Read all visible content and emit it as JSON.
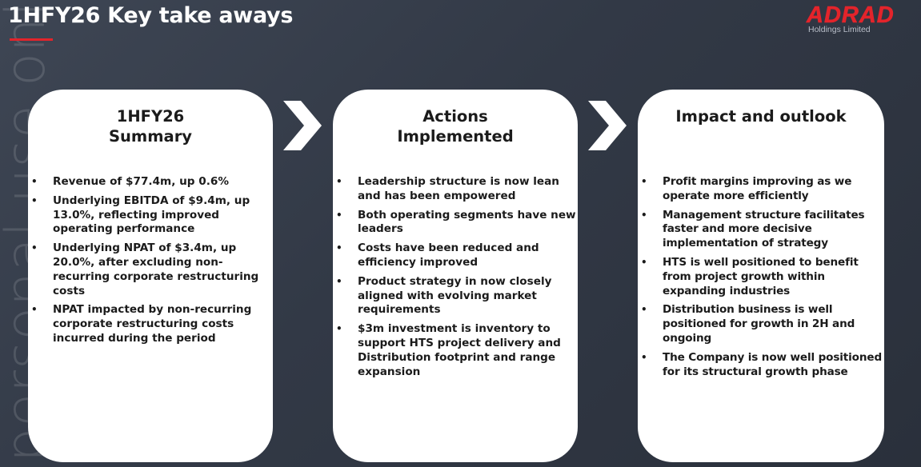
{
  "header": {
    "title": "1HFY26 Key take aways",
    "watermark": "personal use only"
  },
  "logo": {
    "word": "ADRAD",
    "subtitle": "Holdings Limited",
    "color": "#e3242b"
  },
  "accent_color": "#e3242b",
  "cards": [
    {
      "title": "1HFY26\nSummary",
      "bullets": [
        "Revenue of $77.4m, up 0.6%",
        "Underlying EBITDA of $9.4m, up 13.0%, reflecting improved operating performance",
        "Underlying NPAT of $3.4m, up 20.0%, after excluding non-recurring corporate restructuring costs",
        "NPAT impacted by non-recurring corporate restructuring costs incurred during the period"
      ]
    },
    {
      "title": "Actions\nImplemented",
      "bullets": [
        "Leadership structure is now lean and has been empowered",
        "Both operating segments have new leaders",
        "Costs have been reduced and efficiency improved",
        "Product strategy in now closely aligned with evolving market requirements",
        "$3m investment is inventory to support HTS project delivery and Distribution footprint and range expansion"
      ]
    },
    {
      "title": "Impact and outlook",
      "bullets": [
        "Profit margins improving as we operate more efficiently",
        "Management structure facilitates faster and more decisive implementation of strategy",
        "HTS is well positioned to benefit from project growth within expanding industries",
        "Distribution business is well positioned for growth in 2H and ongoing",
        "The Company is now well positioned for its structural growth phase"
      ]
    }
  ],
  "bullet_glyph": "•",
  "icons": [
    "chevron-right-icon",
    "chevron-right-icon"
  ]
}
